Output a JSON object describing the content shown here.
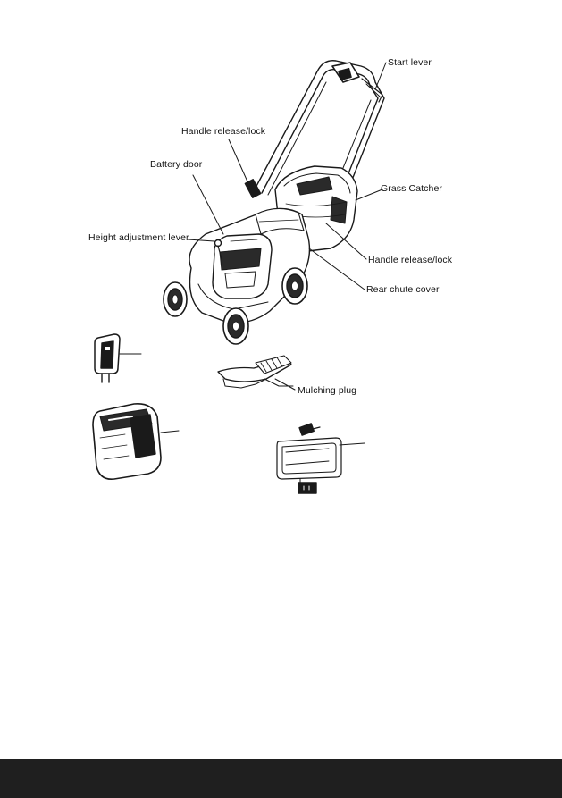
{
  "labels": {
    "start_lever": "Start lever",
    "handle_release_lock_upper": "Handle release/lock",
    "battery_door": "Battery door",
    "grass_catcher": "Grass Catcher",
    "height_adjustment_lever": "Height adjustment lever",
    "handle_release_lock_lower": "Handle release/lock",
    "rear_chute_cover": "Rear chute cover",
    "mulching_plug": "Mulching plug"
  },
  "colors": {
    "line": "#1a1a1a",
    "footer": "#1f1f1f",
    "background": "#ffffff"
  }
}
